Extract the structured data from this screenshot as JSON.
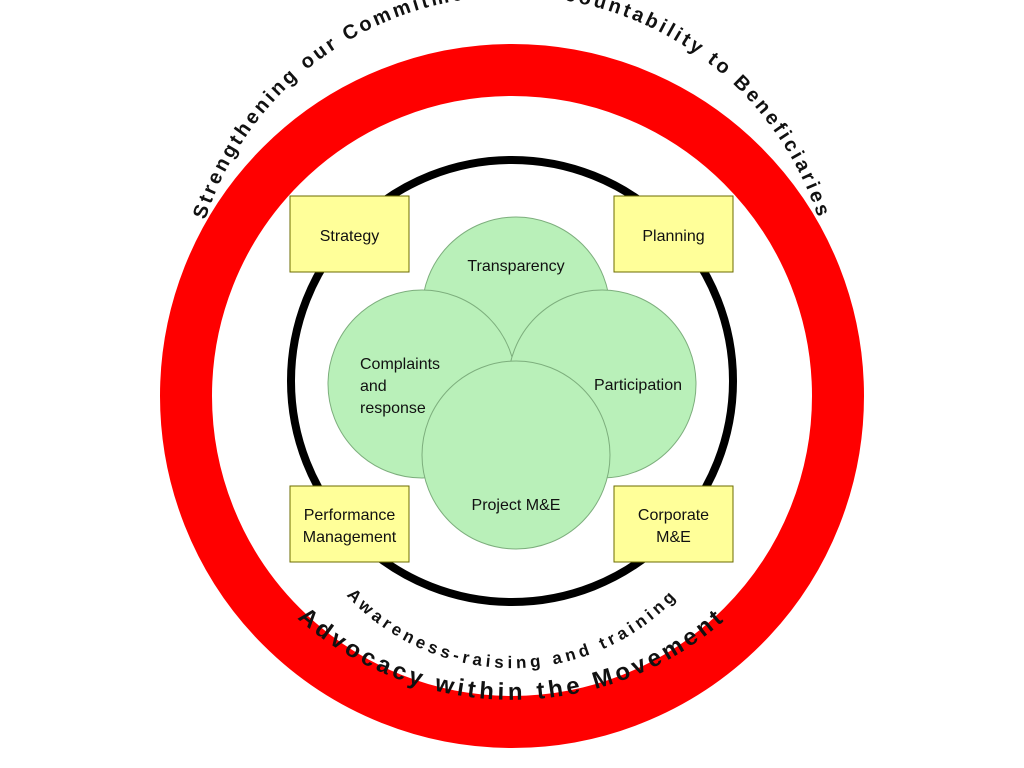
{
  "colors": {
    "outer_ring": "#ff0000",
    "inner_ring": "#000000",
    "circle_fill": "#8fe88f",
    "circle_stroke": "#2e7d2e",
    "box_fill": "#ffff99",
    "box_stroke": "#6b6b00"
  },
  "outer_ring": {
    "top_text": "Strengthening our Commitment to Accountability to Beneficiaries",
    "bottom_text": "Advocacy within the Movement"
  },
  "inner_ring": {
    "bottom_text": "Awareness-raising and training"
  },
  "circles": {
    "transparency": "Transparency",
    "complaints": [
      "Complaints",
      "and",
      "response"
    ],
    "participation": "Participation",
    "project_me": "Project M&E"
  },
  "boxes": {
    "strategy": [
      "Strategy"
    ],
    "planning": [
      "Planning"
    ],
    "performance": [
      "Performance",
      "Management"
    ],
    "corporate": [
      "Corporate",
      "M&E"
    ]
  }
}
